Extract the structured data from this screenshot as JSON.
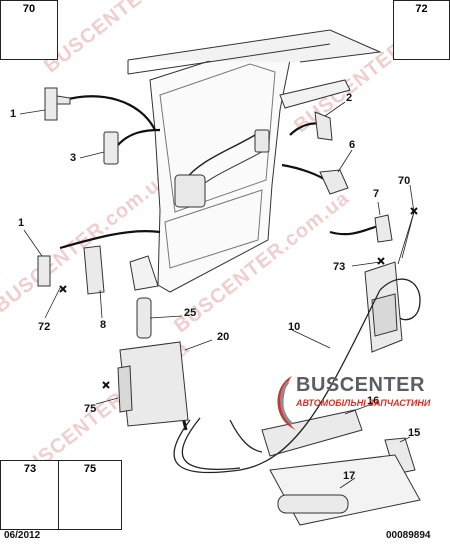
{
  "watermark": {
    "domain_text": "BUSCENTER.com.ua",
    "color": "#e4a7a7"
  },
  "brand": {
    "name": "BUSCENTER",
    "tagline": "АВТОМОБІЛЬНІ ЗАПЧАСТИНИ",
    "accent": "#d0342c"
  },
  "boxes": {
    "b70": "70",
    "b72": "72",
    "b73": "73",
    "b75": "75"
  },
  "callouts": {
    "c1a": "1",
    "c3": "3",
    "c2": "2",
    "c6": "6",
    "c7": "7",
    "c70": "70",
    "c73": "73",
    "c1b": "1",
    "c72": "72",
    "c8": "8",
    "c25": "25",
    "c20": "20",
    "c10": "10",
    "c75": "75",
    "c16": "16",
    "c15": "15",
    "c17": "17"
  },
  "footer": {
    "date": "06/2012",
    "ref": "00089894"
  }
}
